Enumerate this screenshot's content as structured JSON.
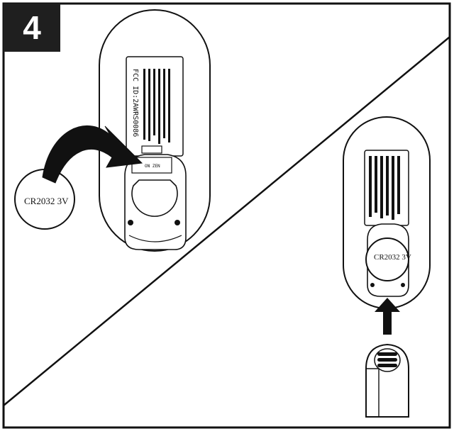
{
  "step": {
    "number": "4"
  },
  "battery": {
    "label_left": "CR2032  3V",
    "label_right": "CR2032  3V"
  },
  "remote": {
    "fcc_id_text": "FCC ID:2AWRS0086",
    "slot_marks": "ON  ZEN"
  },
  "colors": {
    "ink": "#111111",
    "badge_bg": "#1f1f1f",
    "badge_text": "#ffffff"
  },
  "icons": [
    "curved-arrow-icon",
    "up-arrow-icon",
    "battery-icon",
    "remote-icon",
    "clip-icon"
  ]
}
